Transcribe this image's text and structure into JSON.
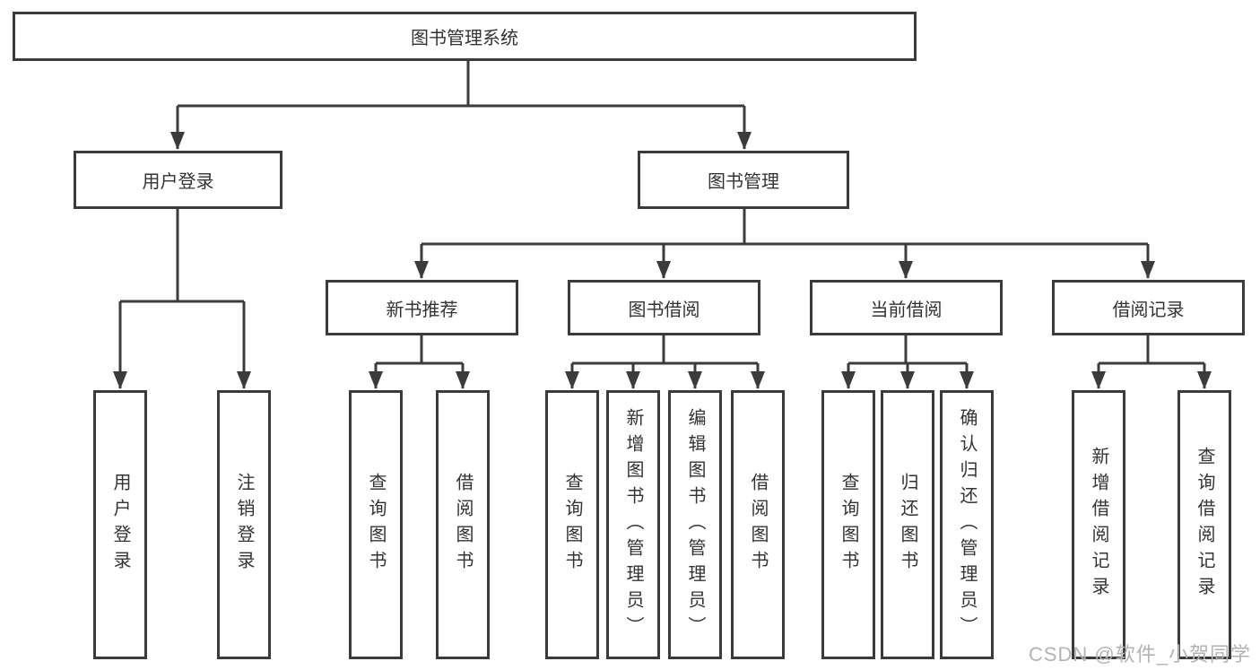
{
  "diagram": {
    "title": "图书管理系统",
    "level2": [
      "用户登录",
      "图书管理"
    ],
    "level3": [
      "新书推荐",
      "图书借阅",
      "当前借阅",
      "借阅记录"
    ],
    "leaves": {
      "user_login": [
        "用户登录",
        "注销登录"
      ],
      "new_books": [
        "查询图书",
        "借阅图书"
      ],
      "book_borrowing": [
        "查询图书",
        "新增图书（管理员）",
        "编辑图书（管理员）",
        "借阅图书"
      ],
      "current_borrowing": [
        "查询图书",
        "归还图书",
        "确认归还（管理员）"
      ],
      "borrowing_records": [
        "新增借阅记录",
        "查询借阅记录"
      ]
    },
    "colors": {
      "line": "#3b3b3b",
      "text": "#333333",
      "background": "#ffffff",
      "watermark": "#b3b3b3"
    },
    "watermark": "CSDN @软件_小贺同学"
  }
}
